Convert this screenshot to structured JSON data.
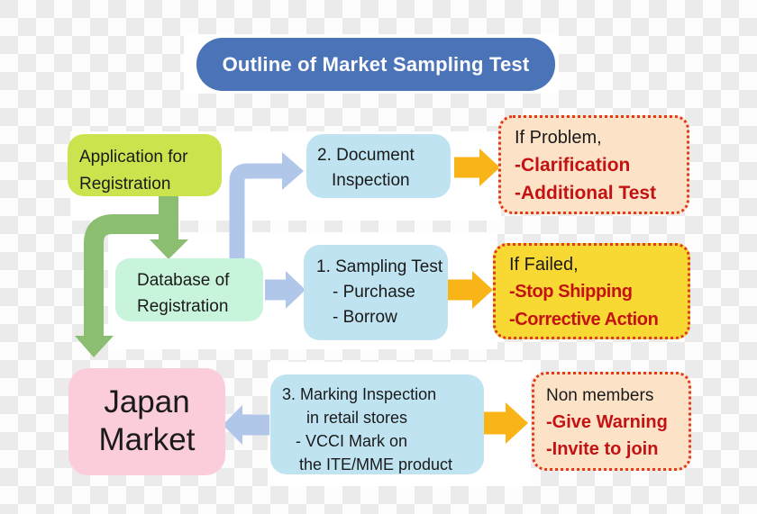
{
  "title": "Outline of Market Sampling Test",
  "colors": {
    "title_bg": "#4a73b8",
    "title_text": "#ffffff",
    "application_bg": "#cbe34d",
    "database_bg": "#c9f4dc",
    "process_bg": "#bfe3f1",
    "japan_bg": "#fbccd9",
    "result_peach_bg": "#fce3c8",
    "result_yellow_bg": "#f8d832",
    "alert_text": "#c41212",
    "dotted_border": "#e2391b",
    "green_arrow": "#8cbe72",
    "blue_arrow": "#b0c7ea",
    "yellow_arrow": "#f9b517",
    "text": "#1a1a1a"
  },
  "boxes": {
    "application": {
      "lines": [
        "Application for",
        "Registration"
      ]
    },
    "database": {
      "lines": [
        "Database of",
        "Registration"
      ]
    },
    "document": {
      "lines": [
        "2. Document",
        "Inspection"
      ]
    },
    "sampling": {
      "lines": [
        "1. Sampling Test",
        "- Purchase",
        "- Borrow"
      ]
    },
    "marking": {
      "lines": [
        "3. Marking Inspection",
        "in retail stores",
        "- VCCI Mark on",
        "the ITE/MME product"
      ]
    },
    "japan_market": {
      "lines": [
        "Japan",
        "Market"
      ]
    },
    "if_problem": {
      "heading": "If Problem,",
      "items": [
        "-Clarification",
        "-Additional Test"
      ]
    },
    "if_failed": {
      "heading": "If Failed,",
      "items": [
        "-Stop Shipping",
        "-Corrective Action"
      ]
    },
    "non_members": {
      "heading": "Non members",
      "items": [
        "-Give Warning",
        "-Invite to join"
      ]
    }
  },
  "arrows": [
    {
      "name": "application-to-database",
      "color": "green",
      "direction": "down"
    },
    {
      "name": "application-to-japan-market",
      "color": "green",
      "direction": "down-elbow"
    },
    {
      "name": "database-to-document-inspection",
      "color": "blue",
      "direction": "up-right-elbow"
    },
    {
      "name": "database-to-sampling-test",
      "color": "blue",
      "direction": "right"
    },
    {
      "name": "marking-to-japan-market",
      "color": "blue",
      "direction": "left"
    },
    {
      "name": "document-to-if-problem",
      "color": "yellow",
      "direction": "right"
    },
    {
      "name": "sampling-to-if-failed",
      "color": "yellow",
      "direction": "right"
    },
    {
      "name": "marking-to-non-members",
      "color": "yellow",
      "direction": "right"
    }
  ]
}
